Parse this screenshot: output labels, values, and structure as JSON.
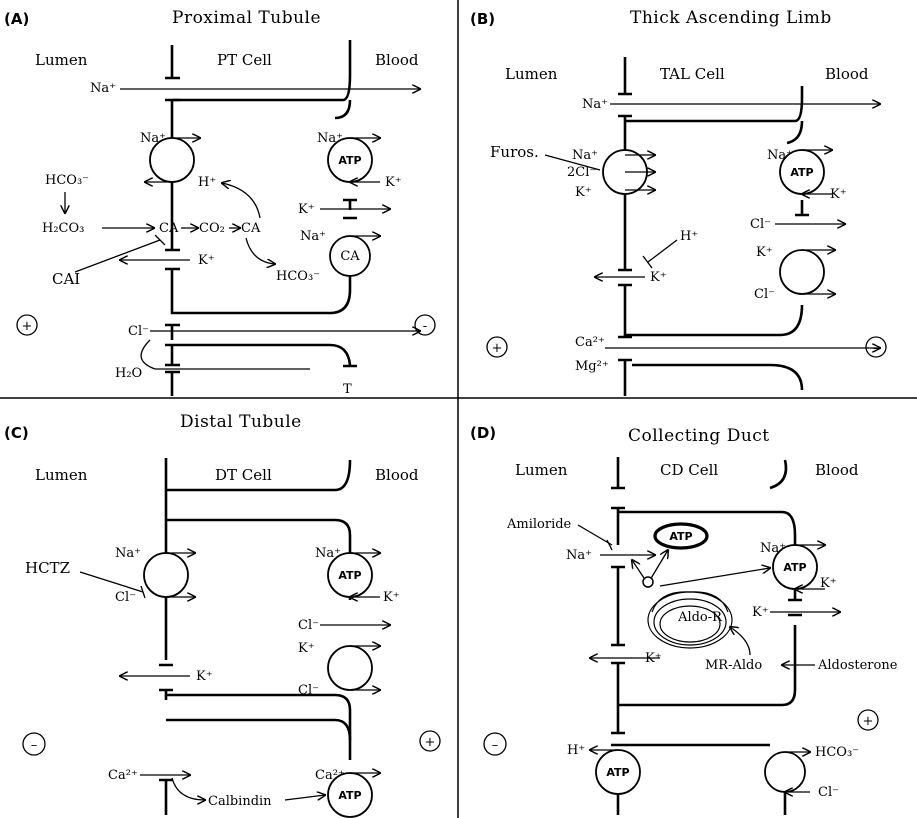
{
  "panels": {
    "a": {
      "letter": "(A)",
      "title": "Proximal Tubule",
      "lumen": "Lumen",
      "cell": "PT Cell",
      "blood": "Blood",
      "na1": "Na⁺",
      "na2": "Na⁺",
      "h": "H⁺",
      "hco3": "HCO₃⁻",
      "h2co3": "H₂CO₃",
      "ca1": "CA",
      "co2": "CO₂",
      "ca2": "CA",
      "cai": "CAI",
      "k1": "K⁺",
      "hco3b": "HCO₃⁻",
      "na3": "Na⁺",
      "atp": "ATP",
      "k2": "K⁺",
      "k3": "K⁺",
      "na4": "Na⁺",
      "ca3": "CA",
      "cl": "Cl⁻",
      "h2o": "H₂O",
      "t": "T",
      "plus": "+",
      "minus": "-"
    },
    "b": {
      "letter": "(B)",
      "title": "Thick Ascending Limb",
      "lumen": "Lumen",
      "cell": "TAL Cell",
      "blood": "Blood",
      "na1": "Na⁺",
      "furos": "Furos.",
      "na2": "Na⁺",
      "cl2": "2Cl⁻",
      "k1": "K⁺",
      "na3": "Na⁺",
      "atp": "ATP",
      "k2": "K⁺",
      "cl1": "Cl⁻",
      "k3": "K⁺",
      "cl3": "Cl⁻",
      "h": "H⁺",
      "k4": "K⁺",
      "ca": "Ca²⁺",
      "mg": "Mg²⁺",
      "plus": "+",
      "minus": "–"
    },
    "c": {
      "letter": "(C)",
      "title": "Distal Tubule",
      "lumen": "Lumen",
      "cell": "DT Cell",
      "blood": "Blood",
      "hctz": "HCTZ",
      "na1": "Na⁺",
      "cl1": "Cl⁻",
      "na2": "Na⁺",
      "atp1": "ATP",
      "k1": "K⁺",
      "cl2": "Cl⁻",
      "k2": "K⁺",
      "cl3": "Cl⁻",
      "k3": "K⁺",
      "ca1": "Ca²⁺",
      "calbindin": "Calbindin",
      "ca2": "Ca²⁺",
      "atp2": "ATP",
      "minus": "–",
      "plus": "+"
    },
    "d": {
      "letter": "(D)",
      "title": "Collecting Duct",
      "lumen": "Lumen",
      "cell": "CD Cell",
      "blood": "Blood",
      "amiloride": "Amiloride",
      "na1": "Na⁺",
      "atp_oval": "ATP",
      "na2": "Na⁺",
      "atp1": "ATP",
      "k1": "K⁺",
      "aldor": "Aldo-R",
      "k2": "K⁺",
      "k3": "K⁺",
      "mraldo": "MR-Aldo",
      "aldosterone": "Aldosterone",
      "h": "H⁺",
      "atp2": "ATP",
      "hco3": "HCO₃⁻",
      "cl": "Cl⁻",
      "minus": "–",
      "plus": "+"
    }
  }
}
